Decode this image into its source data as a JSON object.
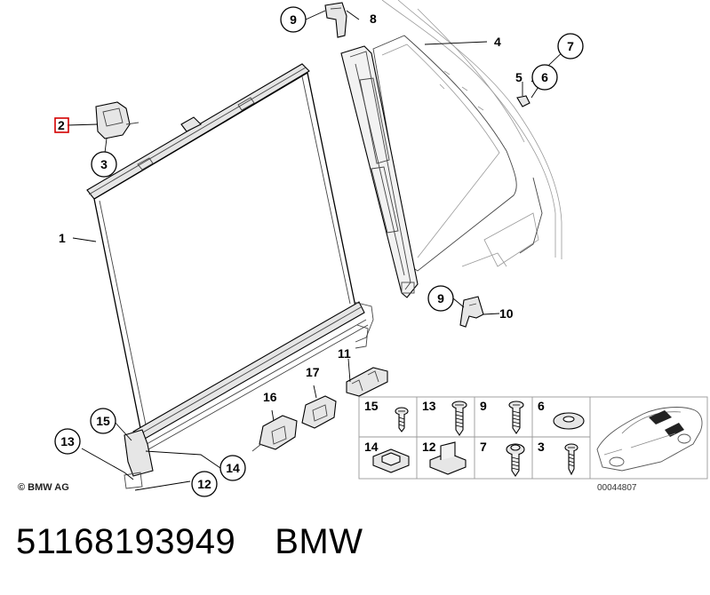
{
  "callouts": {
    "c1": "1",
    "c2": "2",
    "c3": "3",
    "c4": "4",
    "c5": "5",
    "c6": "6",
    "c7": "7",
    "c8": "8",
    "c9_top": "9",
    "c9_mid": "9",
    "c10": "10",
    "c11": "11",
    "c12": "12",
    "c13": "13",
    "c14": "14",
    "c15": "15",
    "c16": "16",
    "c17": "17"
  },
  "grid_labels": {
    "r1c1": "15",
    "r1c2": "13",
    "r1c3": "9",
    "r1c4": "6",
    "r2c1": "14",
    "r2c2": "12",
    "r2c3": "7",
    "r2c4": "3"
  },
  "copyright": "© BMW AG",
  "diagram_id": "00044807",
  "footer": {
    "part_number": "51168193949",
    "brand": "BMW"
  },
  "colors": {
    "highlight_box": "#d40000"
  }
}
